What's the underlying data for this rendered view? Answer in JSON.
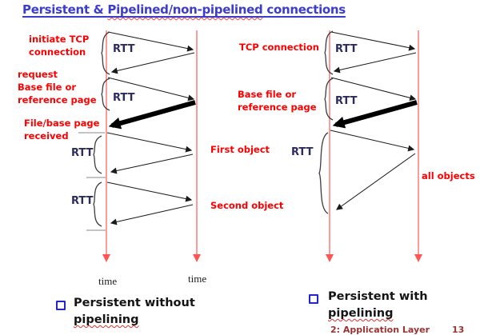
{
  "title": {
    "part1": "Persistent & ",
    "part2": "Pipelined/non-pipelined",
    "part3": " connections"
  },
  "left_diagram": {
    "annotations": {
      "initiate_tcp": "initiate TCP\nconnection",
      "request_base": "request\nBase file or\nreference page",
      "file_received": "File/base page\nreceived",
      "first_object": "First object",
      "second_object": "Second object",
      "rtt1": "RTT",
      "rtt2": "RTT",
      "rtt3": "RTT",
      "rtt4": "RTT",
      "time_client": "time",
      "time_server": "time"
    },
    "caption": {
      "line1": "Persistent without",
      "line2": "pipelining"
    }
  },
  "right_diagram": {
    "annotations": {
      "tcp_connection": "TCP connection",
      "base_file": "Base file or\nreference page",
      "all_objects": "all objects",
      "rtt1": "RTT",
      "rtt2": "RTT",
      "rtt3": "RTT"
    },
    "caption": {
      "line1": "Persistent with",
      "line2": "pipelining"
    }
  },
  "footer": {
    "section": "2: Application Layer",
    "page": "13"
  },
  "colors": {
    "title_blue": "#3c3ccd",
    "label_red": "#ff0000",
    "timeline_red": "#ff7070",
    "rtt_navy": "#2b2b5e",
    "bullet_blue": "#2424cc",
    "footer_maroon": "#993333",
    "squiggle_red": "#ff4040",
    "arrow_black": "#1a1a1a"
  }
}
